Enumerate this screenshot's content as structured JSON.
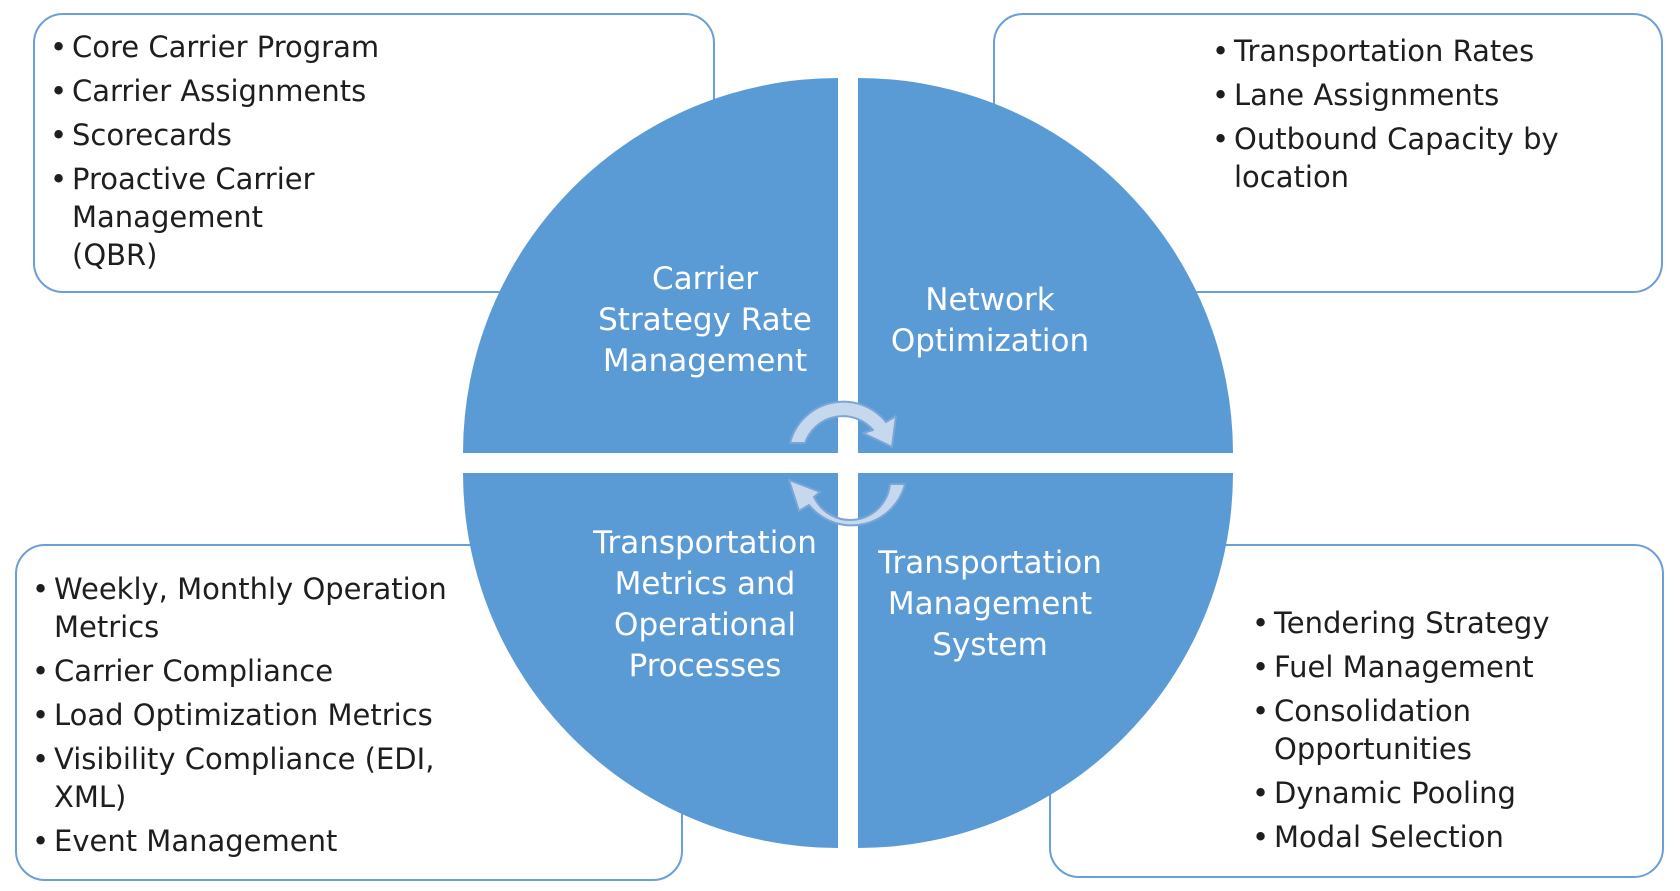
{
  "quadrants": {
    "top_left": {
      "label": "Carrier\nStrategy Rate\nManagement",
      "items": [
        "Core Carrier Program",
        "Carrier Assignments",
        "Scorecards",
        "Proactive Carrier Management (QBR)"
      ]
    },
    "top_right": {
      "label": "Network\nOptimization",
      "items": [
        "Transportation Rates",
        "Lane Assignments",
        "Outbound Capacity by location"
      ]
    },
    "bottom_left": {
      "label": "Transportation\nMetrics and\nOperational\nProcesses",
      "items": [
        "Weekly, Monthly Operation Metrics",
        "Carrier Compliance",
        "Load Optimization Metrics",
        "Visibility Compliance (EDI, XML)",
        "Event Management"
      ]
    },
    "bottom_right": {
      "label": "Transportation\nManagement\nSystem",
      "items": [
        "Tendering Strategy",
        "Fuel Management",
        "Consolidation Opportunities",
        "Dynamic Pooling",
        "Modal Selection"
      ]
    }
  },
  "colors": {
    "quadrant_fill": "#5b9bd5",
    "box_border": "#6a9fd8",
    "arrow_fill": "#c6d8ee",
    "arrow_stroke": "#7ba5d6",
    "text_dark": "#1e1e1e",
    "text_light": "#ffffff"
  },
  "icons": {
    "cycle": "circular-arrows-icon"
  }
}
